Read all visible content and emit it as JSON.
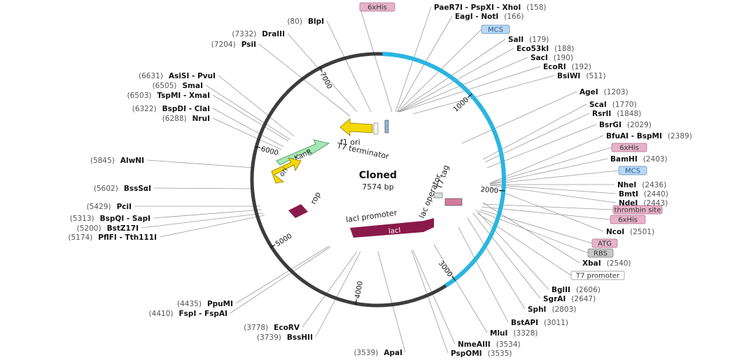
{
  "plasmid": {
    "name": "Cloned",
    "size": "7574 bp"
  },
  "colors": {
    "backbone": "#3c3c3c",
    "insert": "#2bb5e0",
    "f1_ori": "#f5d800",
    "ori": "#f5d800",
    "kanr": "#a5e8b5",
    "rop": "#8a1a4a",
    "laci": "#8a1a4a",
    "tag_pink": "#e6b3c8",
    "tag_blue": "#b9d8f3",
    "tag_gray": "#c8c8c8",
    "tag_white": "#ffffff"
  },
  "ticks": [
    "1000",
    "2000",
    "3000",
    "4000",
    "5000",
    "6000",
    "7000"
  ],
  "features": {
    "f1_ori": "f1 ori",
    "t7_terminator": "T7 terminator",
    "kanr": "KanR",
    "ori": "ori",
    "rop": "rop",
    "laci": "lacI",
    "laci_promoter": "lacI promoter",
    "lac_operator": "lac operator",
    "t7_tag": "T7 tag"
  },
  "right_labels": [
    {
      "name": "PaeR7I - PspXI - XhoI",
      "pos": "(158)"
    },
    {
      "name": "EagI - NotI",
      "pos": "(166)"
    },
    {
      "name": "SalI",
      "pos": "(179)"
    },
    {
      "name": "Eco53kI",
      "pos": "(188)"
    },
    {
      "name": "SacI",
      "pos": "(190)"
    },
    {
      "name": "EcoRI",
      "pos": "(192)"
    },
    {
      "name": "BsiWI",
      "pos": "(511)"
    },
    {
      "name": "AgeI",
      "pos": "(1203)"
    },
    {
      "name": "ScaI",
      "pos": "(1770)"
    },
    {
      "name": "RsrII",
      "pos": "(1848)"
    },
    {
      "name": "BsrGI",
      "pos": "(2029)"
    },
    {
      "name": "BfuAI - BspMI",
      "pos": "(2389)"
    },
    {
      "name": "BamHI",
      "pos": "(2403)"
    },
    {
      "name": "NheI",
      "pos": "(2436)"
    },
    {
      "name": "BmtI",
      "pos": "(2440)"
    },
    {
      "name": "NdeI",
      "pos": "(2443)"
    },
    {
      "name": "NcoI",
      "pos": "(2501)"
    },
    {
      "name": "XbaI",
      "pos": "(2540)"
    },
    {
      "name": "BglII",
      "pos": "(2606)"
    },
    {
      "name": "SgrAI",
      "pos": "(2647)"
    },
    {
      "name": "SphI",
      "pos": "(2803)"
    },
    {
      "name": "BstAPI",
      "pos": "(3011)"
    },
    {
      "name": "MluI",
      "pos": "(3328)"
    },
    {
      "name": "NmeAIII",
      "pos": "(3534)"
    },
    {
      "name": "PspOMI",
      "pos": "(3535)"
    }
  ],
  "right_tags": [
    {
      "text": "6xHis",
      "style": "pink"
    },
    {
      "text": "MCS",
      "style": "blue"
    },
    {
      "text": "6xHis",
      "style": "pink"
    },
    {
      "text": "MCS",
      "style": "blue"
    },
    {
      "text": "thrombin site",
      "style": "pink"
    },
    {
      "text": "6xHis",
      "style": "pink"
    },
    {
      "text": "ATG",
      "style": "pink"
    },
    {
      "text": "RBS",
      "style": "gray"
    },
    {
      "text": "T7 promoter",
      "style": "white"
    }
  ],
  "left_labels": [
    {
      "name": "BlpI",
      "pos": "(80)"
    },
    {
      "name": "DraIII",
      "pos": "(7332)"
    },
    {
      "name": "PsiI",
      "pos": "(7204)"
    },
    {
      "name": "AsiSI - PvuI",
      "pos": "(6631)"
    },
    {
      "name": "SmaI",
      "pos": "(6505)"
    },
    {
      "name": "TspMI - XmaI",
      "pos": "(6503)"
    },
    {
      "name": "BspDI - ClaI",
      "pos": "(6322)"
    },
    {
      "name": "NruI",
      "pos": "(6288)"
    },
    {
      "name": "AlwNI",
      "pos": "(5845)"
    },
    {
      "name": "BssSαI",
      "pos": "(5602)"
    },
    {
      "name": "PciI",
      "pos": "(5429)"
    },
    {
      "name": "BspQI - SapI",
      "pos": "(5313)"
    },
    {
      "name": "BstZ17I",
      "pos": "(5200)"
    },
    {
      "name": "PflFI - Tth111I",
      "pos": "(5174)"
    },
    {
      "name": "PpuMI",
      "pos": "(4435)"
    },
    {
      "name": "FspI - FspAI",
      "pos": "(4410)"
    },
    {
      "name": "EcoRV",
      "pos": "(3778)"
    },
    {
      "name": "BssHII",
      "pos": "(3739)"
    },
    {
      "name": "ApaI",
      "pos": "(3539)"
    }
  ]
}
